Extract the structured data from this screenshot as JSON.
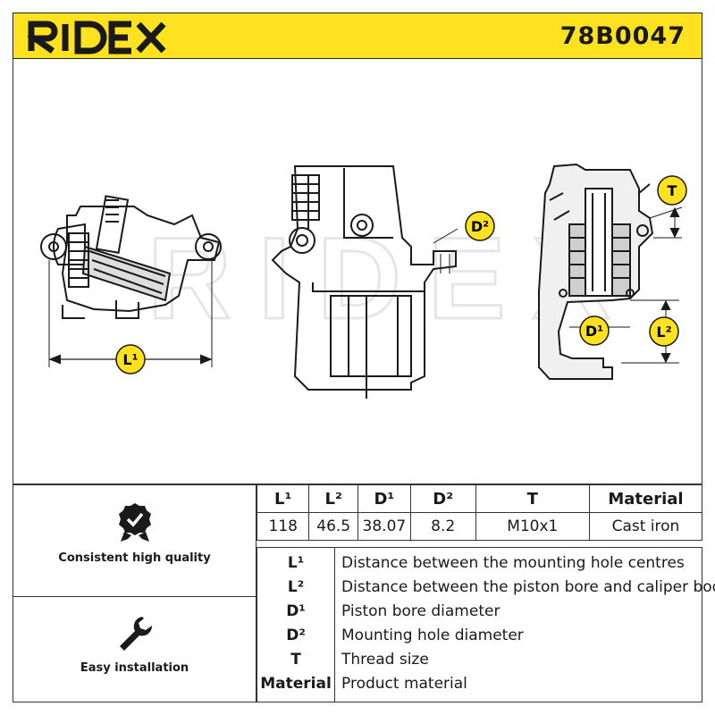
{
  "header": {
    "brand": "RIDEX",
    "part_number": "78B0047",
    "accent_color": "#ffe21f"
  },
  "drawing": {
    "watermark": "RIDEX",
    "callouts": {
      "l1": "L¹",
      "l2": "L²",
      "d1": "D¹",
      "d2": "D²",
      "t": "T"
    }
  },
  "features": [
    {
      "icon": "quality-badge-icon",
      "label": "Consistent high quality"
    },
    {
      "icon": "wrench-icon",
      "label": "Easy installation"
    }
  ],
  "spec_table": {
    "headers": [
      "L¹",
      "L²",
      "D¹",
      "D²",
      "T",
      "Material"
    ],
    "values": [
      "118",
      "46.5",
      "38.07",
      "8.2",
      "M10x1",
      "Cast iron"
    ]
  },
  "legend": [
    {
      "symbol": "L¹",
      "description": "Distance between the mounting hole centres"
    },
    {
      "symbol": "L²",
      "description": "Distance between the piston bore and caliper body"
    },
    {
      "symbol": "D¹",
      "description": "Piston bore diameter"
    },
    {
      "symbol": "D²",
      "description": "Mounting hole diameter"
    },
    {
      "symbol": "T",
      "description": "Thread size"
    },
    {
      "symbol": "Material",
      "description": "Product material"
    }
  ]
}
